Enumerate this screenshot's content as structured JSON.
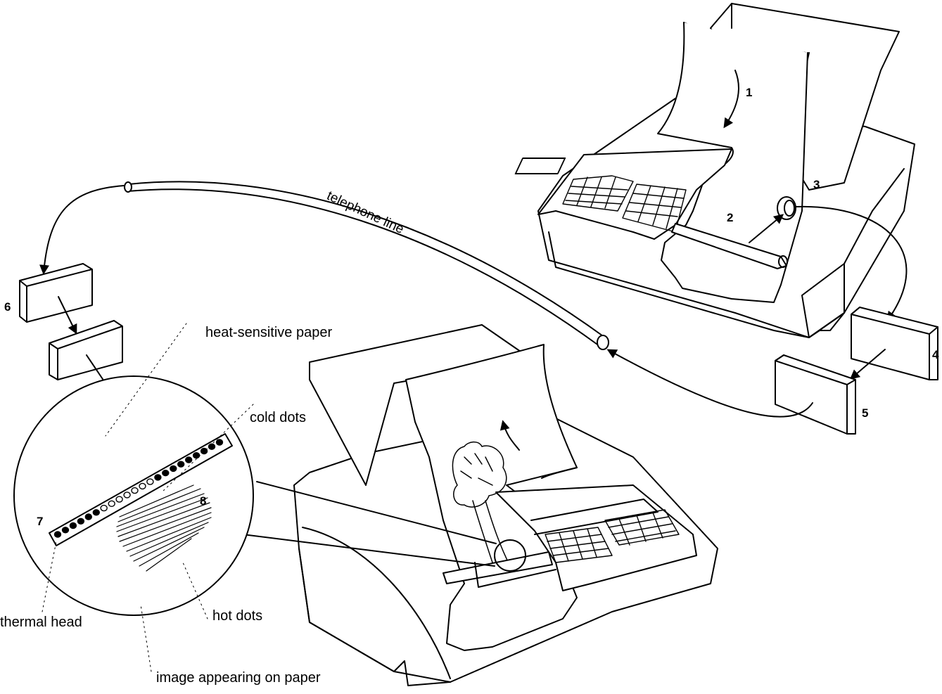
{
  "labels": {
    "telephone_line": "telephone line",
    "heat_sensitive_paper": "heat-sensitive paper",
    "cold_dots": "cold dots",
    "thermal_head": "thermal head",
    "hot_dots": "hot dots",
    "image_appearing": "image appearing on paper"
  },
  "numbers": {
    "n1": "1",
    "n2": "2",
    "n3": "3",
    "n4": "4",
    "n5": "5",
    "n6": "6",
    "n7": "7",
    "n8": "8"
  },
  "thermal_head_dots": [
    "hot",
    "hot",
    "hot",
    "hot",
    "hot",
    "hot",
    "cold",
    "cold",
    "cold",
    "cold",
    "cold",
    "cold",
    "cold",
    "hot",
    "hot",
    "hot",
    "hot",
    "hot",
    "hot",
    "hot",
    "hot",
    "hot"
  ],
  "colors": {
    "ink": "#000000",
    "paper": "#ffffff"
  }
}
